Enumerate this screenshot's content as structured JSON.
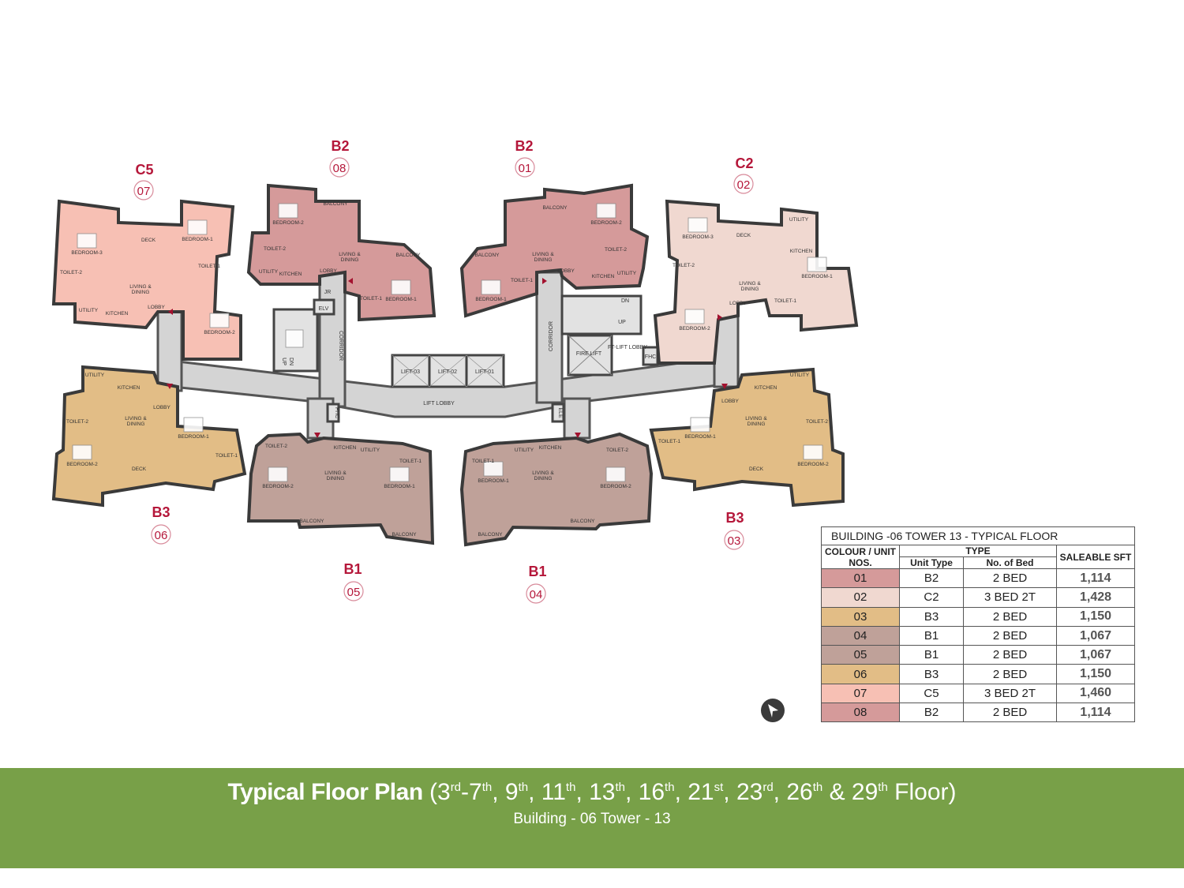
{
  "units": {
    "07": {
      "type": "C5",
      "no": "07",
      "color": "#f7c0b4",
      "rooms": [
        "BEDROOM-3",
        "DECK",
        "BEDROOM-1",
        "TOILET-2",
        "LIVING &",
        "DINING",
        "TOILET-1",
        "UTILITY",
        "KITCHEN",
        "LOBBY",
        "BEDROOM-2"
      ]
    },
    "08": {
      "type": "B2",
      "no": "08",
      "color": "#d59a9a",
      "rooms": [
        "BEDROOM-2",
        "BALCONY",
        "TOILET-2",
        "LIVING &",
        "DINING",
        "BALCONY",
        "UTILITY",
        "KITCHEN",
        "LOBBY",
        "TOILET-1",
        "BEDROOM-1"
      ]
    },
    "01": {
      "type": "B2",
      "no": "01",
      "color": "#d59a9a",
      "rooms": [
        "BALCONY",
        "BEDROOM-2",
        "BALCONY",
        "LIVING &",
        "DINING",
        "TOILET-2",
        "TOILET-1",
        "LOBBY",
        "KITCHEN",
        "UTILITY",
        "BEDROOM-1"
      ]
    },
    "02": {
      "type": "C2",
      "no": "02",
      "color": "#f0d8d0",
      "rooms": [
        "BEDROOM-3",
        "DECK",
        "UTILITY",
        "KITCHEN",
        "TOILET-2",
        "LIVING &",
        "DINING",
        "BEDROOM-1",
        "LOBBY",
        "TOILET-1",
        "BEDROOM-2"
      ]
    },
    "06": {
      "type": "B3",
      "no": "06",
      "color": "#e2bd86",
      "rooms": [
        "UTILITY",
        "KITCHEN",
        "LOBBY",
        "TOILET-2",
        "LIVING &",
        "DINING",
        "BEDROOM-1",
        "TOILET-1",
        "BEDROOM-2",
        "DECK"
      ]
    },
    "05": {
      "type": "B1",
      "no": "05",
      "color": "#bfa199",
      "rooms": [
        "TOILET-2",
        "KITCHEN",
        "UTILITY",
        "TOILET-1",
        "LIVING &",
        "DINING",
        "BEDROOM-2",
        "BEDROOM-1",
        "BALCONY",
        "BALCONY"
      ]
    },
    "04": {
      "type": "B1",
      "no": "04",
      "color": "#bfa199",
      "rooms": [
        "UTILITY",
        "KITCHEN",
        "TOILET-1",
        "TOILET-2",
        "LIVING &",
        "DINING",
        "BEDROOM-1",
        "BEDROOM-2",
        "BALCONY",
        "BALCONY"
      ]
    },
    "03": {
      "type": "B3",
      "no": "03",
      "color": "#e2bd86",
      "rooms": [
        "UTILITY",
        "KITCHEN",
        "LOBBY",
        "LIVING &",
        "DINING",
        "TOILET-2",
        "TOILET-1",
        "BEDROOM-1",
        "BEDROOM-2",
        "DECK"
      ]
    }
  },
  "common": {
    "lift3": "LIFT-03",
    "lift2": "LIFT-02",
    "lift1": "LIFT-01",
    "lift_lobby": "LIFT LOBBY",
    "corridor": "CORRIDOR",
    "fire_lift": "FIRE LIFT",
    "ft_lift_lobby": "FT-LIFT LOBBY",
    "fhc": "FHC",
    "ele": "ELE",
    "elv": "ELV",
    "up": "UP",
    "dn": "DN",
    "jr": "JR"
  },
  "legend": {
    "title": "BUILDING -06    TOWER  13 -  TYPICAL FLOOR",
    "col_unit": "COLOUR / UNIT NOS.",
    "col_type": "TYPE",
    "col_unit_type": "Unit Type",
    "col_beds": "No. of Bed",
    "col_sft": "SALEABLE SFT",
    "rows": [
      {
        "unit": "01",
        "type": "B2",
        "beds": "2 BED",
        "sft": "1,114",
        "color": "#d59a9a"
      },
      {
        "unit": "02",
        "type": "C2",
        "beds": "3 BED 2T",
        "sft": "1,428",
        "color": "#f0d8d0"
      },
      {
        "unit": "03",
        "type": "B3",
        "beds": "2 BED",
        "sft": "1,150",
        "color": "#e2bd86"
      },
      {
        "unit": "04",
        "type": "B1",
        "beds": "2 BED",
        "sft": "1,067",
        "color": "#bfa199"
      },
      {
        "unit": "05",
        "type": "B1",
        "beds": "2 BED",
        "sft": "1,067",
        "color": "#bfa199"
      },
      {
        "unit": "06",
        "type": "B3",
        "beds": "2 BED",
        "sft": "1,150",
        "color": "#e2bd86"
      },
      {
        "unit": "07",
        "type": "C5",
        "beds": "3 BED 2T",
        "sft": "1,460",
        "color": "#f7c0b4"
      },
      {
        "unit": "08",
        "type": "B2",
        "beds": "2 BED",
        "sft": "1,114",
        "color": "#d59a9a"
      }
    ]
  },
  "footer": {
    "title_bold": "Typical Floor Plan",
    "floors": [
      {
        "n": "(3",
        "s": "rd"
      },
      {
        "n": "-7",
        "s": "th"
      },
      {
        "n": ", 9",
        "s": "th"
      },
      {
        "n": ", 11",
        "s": "th"
      },
      {
        "n": ", 13",
        "s": "th"
      },
      {
        "n": ", 16",
        "s": "th"
      },
      {
        "n": ", 21",
        "s": "st"
      },
      {
        "n": ", 23",
        "s": "rd"
      },
      {
        "n": ", 26",
        "s": "th"
      },
      {
        "n": " & 29",
        "s": "th"
      }
    ],
    "title_end": " Floor)",
    "subtitle": "Building - 06 Tower - 13"
  },
  "colors": {
    "footer": "#78a048",
    "tag": "#b5173a",
    "corridor": "#d4d4d4"
  }
}
